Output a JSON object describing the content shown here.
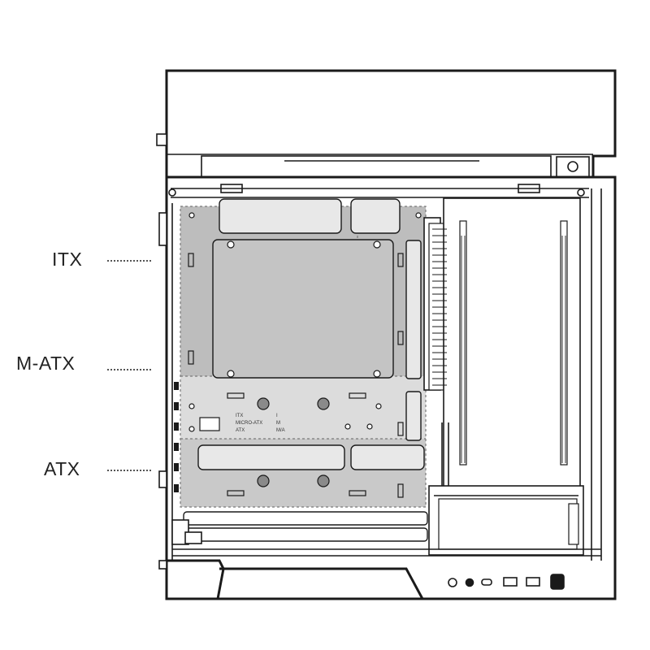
{
  "callouts": [
    {
      "id": "itx",
      "label": "ITX"
    },
    {
      "id": "matx",
      "label": "M-ATX"
    },
    {
      "id": "atx",
      "label": "ATX"
    }
  ],
  "board_markings": {
    "col1": [
      "ITX",
      "MICRO-ATX",
      "ATX"
    ],
    "col2": [
      "I",
      "M",
      "M/A"
    ]
  },
  "colors": {
    "stroke": "#1a1a1a",
    "atx_zone": "#c9c9c9",
    "matx_zone": "#dcdcdc",
    "itx_zone": "#b8b8b8",
    "metal": "#f2f2f2"
  }
}
